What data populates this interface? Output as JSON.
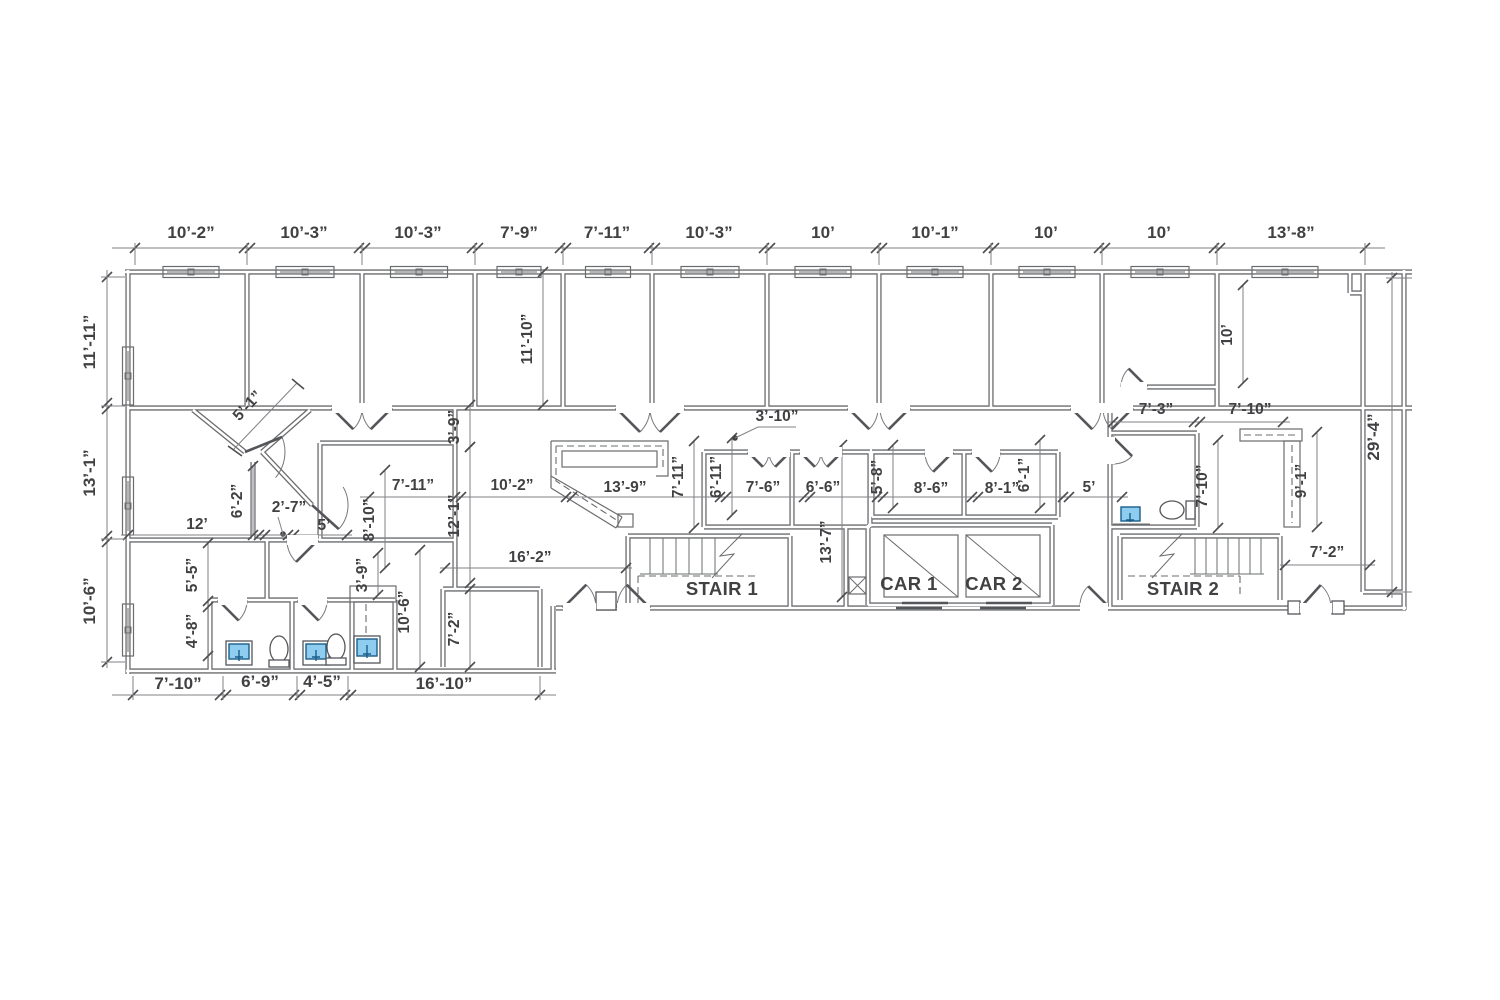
{
  "labels": {
    "stair1": "STAIR 1",
    "stair2": "STAIR 2",
    "car1": "CAR 1",
    "car2": "CAR 2"
  },
  "dims_top": [
    "10’-2”",
    "10’-3”",
    "10’-3”",
    "7’-9”",
    "7’-11”",
    "10’-3”",
    "10’",
    "10’-1”",
    "10’",
    "10’",
    "13’-8”"
  ],
  "dims_left": [
    "11’-11”",
    "13’-1”",
    "10’-6”"
  ],
  "dims_bottom": [
    "7’-10”",
    "6’-9”",
    "4’-5”",
    "16’-10”"
  ],
  "dims_right": [
    "29’-4”"
  ],
  "dims_interior": {
    "d5_1": "5’-1”",
    "d6_2": "6’-2”",
    "d2_7": "2’-7”",
    "d12": "12’",
    "d5a": "5’",
    "d5_5": "5’-5”",
    "d4_8": "4’-8”",
    "d3_9a": "3’-9”",
    "d11_10": "11’-10”",
    "d7_11h": "7’-11”",
    "d10_2": "10’-2”",
    "d13_9": "13’-9”",
    "d8_10": "8’-10”",
    "d12_1": "12’-1”",
    "d3_9b": "3’-9”",
    "d16_2": "16’-2”",
    "d10_6": "10’-6”",
    "d7_2v": "7’-2”",
    "d3_10": "3’-10”",
    "d7_11v": "7’-11”",
    "d6_11": "6’-11”",
    "d7_6": "7’-6”",
    "d6_6": "6’-6”",
    "d13_7": "13’-7”",
    "d5_8": "5’-8”",
    "d8_6": "8’-6”",
    "d8_1": "8’-1”",
    "d6_1": "6’-1”",
    "d5b": "5’",
    "d7_3": "7’-3”",
    "d7_10a": "7’-10”",
    "d7_10b": "7’-10”",
    "d9_1": "9’-1”",
    "d10v": "10’",
    "d7_2r": "7’-2”"
  },
  "colors": {
    "wall": "#6b6c6e",
    "dim": "#808285",
    "text": "#414042",
    "fixture_fill": "#8ecdf0",
    "fixture_stroke": "#1b5e8a"
  }
}
